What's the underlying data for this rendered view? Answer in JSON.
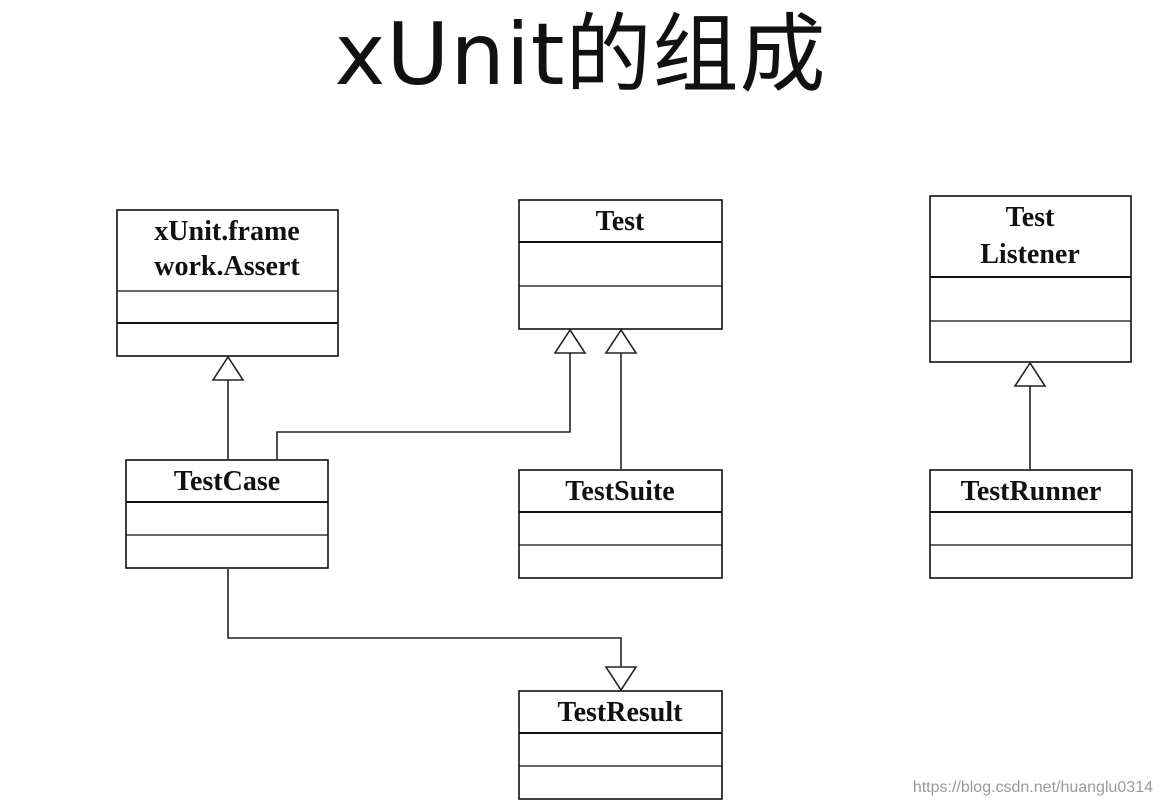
{
  "title": "xUnit的组成",
  "classes": {
    "assert": {
      "line1": "xUnit.frame",
      "line2": "work.Assert"
    },
    "test": {
      "name": "Test"
    },
    "listener": {
      "line1": "Test",
      "line2": "Listener"
    },
    "testcase": {
      "name": "TestCase"
    },
    "testsuite": {
      "name": "TestSuite"
    },
    "testrunner": {
      "name": "TestRunner"
    },
    "testresult": {
      "name": "TestResult"
    }
  },
  "watermark": "https://blog.csdn.net/huanglu0314"
}
